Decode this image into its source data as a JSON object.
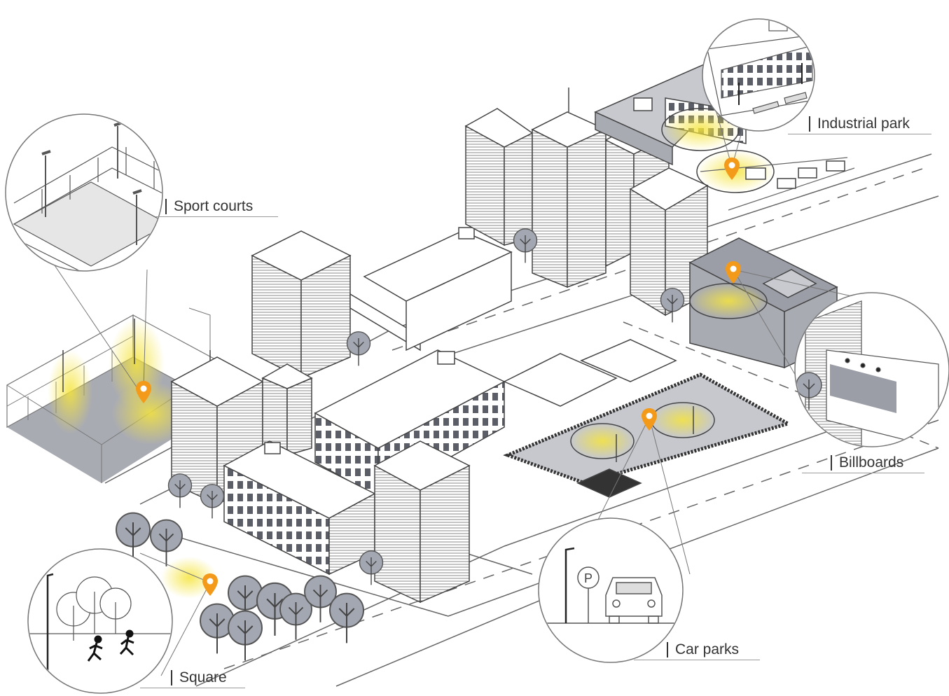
{
  "callouts": {
    "sport_courts": "Sport courts",
    "industrial_park": "Industrial park",
    "billboards": "Billboards",
    "car_parks": "Car parks",
    "square": "Square"
  },
  "parking_sign": "P",
  "icons": {
    "marker": "location-pin-icon",
    "lamp": "street-lamp-icon",
    "tree": "tree-icon",
    "runner": "runner-icon",
    "car": "car-icon",
    "parking": "parking-sign-icon"
  },
  "colors": {
    "marker": "#f39a1b",
    "light_glow": "#f2e24a",
    "line": "#555555",
    "building_fill": "#ffffff",
    "shade_fill": "#a9abb3",
    "tree_fill": "#9fa3ad"
  }
}
